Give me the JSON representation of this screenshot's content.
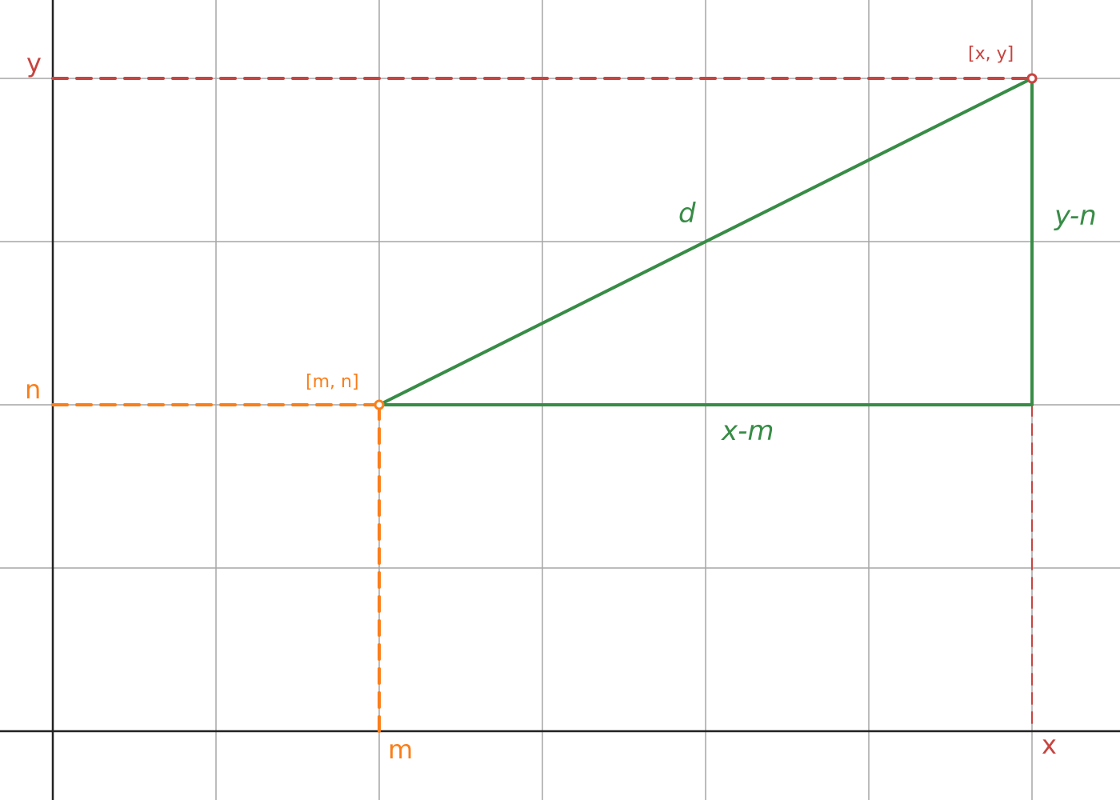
{
  "colors": {
    "grid": "#a6a6a6",
    "axis": "#222222",
    "point_xy": "#c74440",
    "point_mn": "#fa7e19",
    "triangle": "#388c46"
  },
  "grid": {
    "x_range": [
      0,
      6
    ],
    "y_range": [
      0,
      4
    ],
    "show_grid": true
  },
  "points": {
    "xy": {
      "label": "[x, y]",
      "x": 6,
      "y": 4
    },
    "mn": {
      "label": "[m, n]",
      "x": 2,
      "y": 2
    }
  },
  "axis_labels": {
    "x": "x",
    "y": "y",
    "m": "m",
    "n": "n"
  },
  "triangle_labels": {
    "hypotenuse": "d",
    "vertical": "y-n",
    "horizontal": "x-m"
  }
}
